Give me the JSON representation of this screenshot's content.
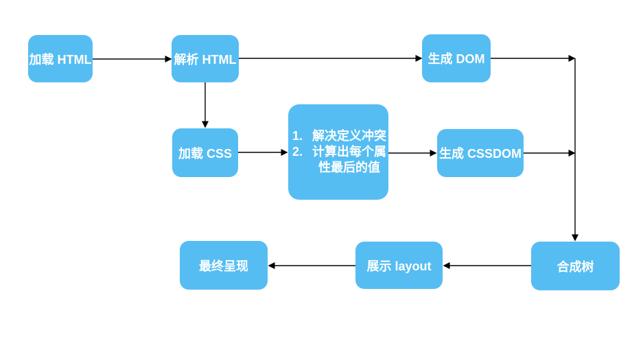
{
  "diagram": {
    "colors": {
      "node_fill": "#55BDF2",
      "node_text": "#FFFFFF",
      "arrow": "#000000",
      "background": "#FFFFFF"
    },
    "nodes": [
      {
        "id": "load-html",
        "label": "加载 HTML"
      },
      {
        "id": "parse-html",
        "label": "解析 HTML"
      },
      {
        "id": "generate-dom",
        "label": "生成 DOM"
      },
      {
        "id": "load-css",
        "label": "加载 CSS"
      },
      {
        "id": "style-computation",
        "items": [
          {
            "num": "1.",
            "text": "解决定义冲突"
          },
          {
            "num": "2.",
            "text": "计算出每个属性最后的值"
          }
        ]
      },
      {
        "id": "generate-cssdom",
        "label": "生成 CSSDOM"
      },
      {
        "id": "composite-tree",
        "label": "合成树"
      },
      {
        "id": "display-layout",
        "label": "展示 layout"
      },
      {
        "id": "final-render",
        "label": "最终呈现"
      }
    ],
    "edges": [
      {
        "from": "load-html",
        "to": "parse-html"
      },
      {
        "from": "parse-html",
        "to": "generate-dom"
      },
      {
        "from": "parse-html",
        "to": "load-css"
      },
      {
        "from": "load-css",
        "to": "style-computation"
      },
      {
        "from": "style-computation",
        "to": "generate-cssdom"
      },
      {
        "from": "generate-dom",
        "to": "composite-tree"
      },
      {
        "from": "generate-cssdom",
        "to": "composite-tree"
      },
      {
        "from": "composite-tree",
        "to": "display-layout"
      },
      {
        "from": "display-layout",
        "to": "final-render"
      }
    ]
  }
}
